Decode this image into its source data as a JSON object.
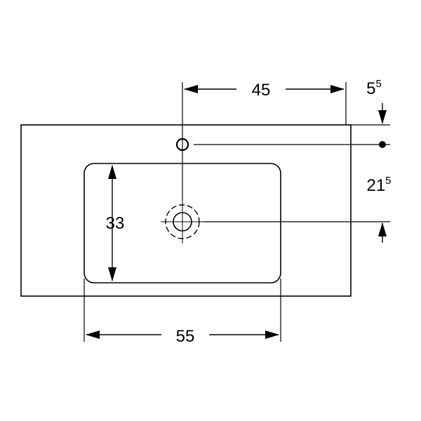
{
  "diagram": {
    "dimensions": {
      "tap_to_edge": "45",
      "bowl_width": "55",
      "bowl_depth": "33",
      "tap_offset": {
        "main": "5",
        "sup": "5"
      },
      "tap_to_drain": {
        "main": "21",
        "sup": "5"
      }
    },
    "colors": {
      "line": "#000000",
      "background": "#ffffff"
    }
  }
}
